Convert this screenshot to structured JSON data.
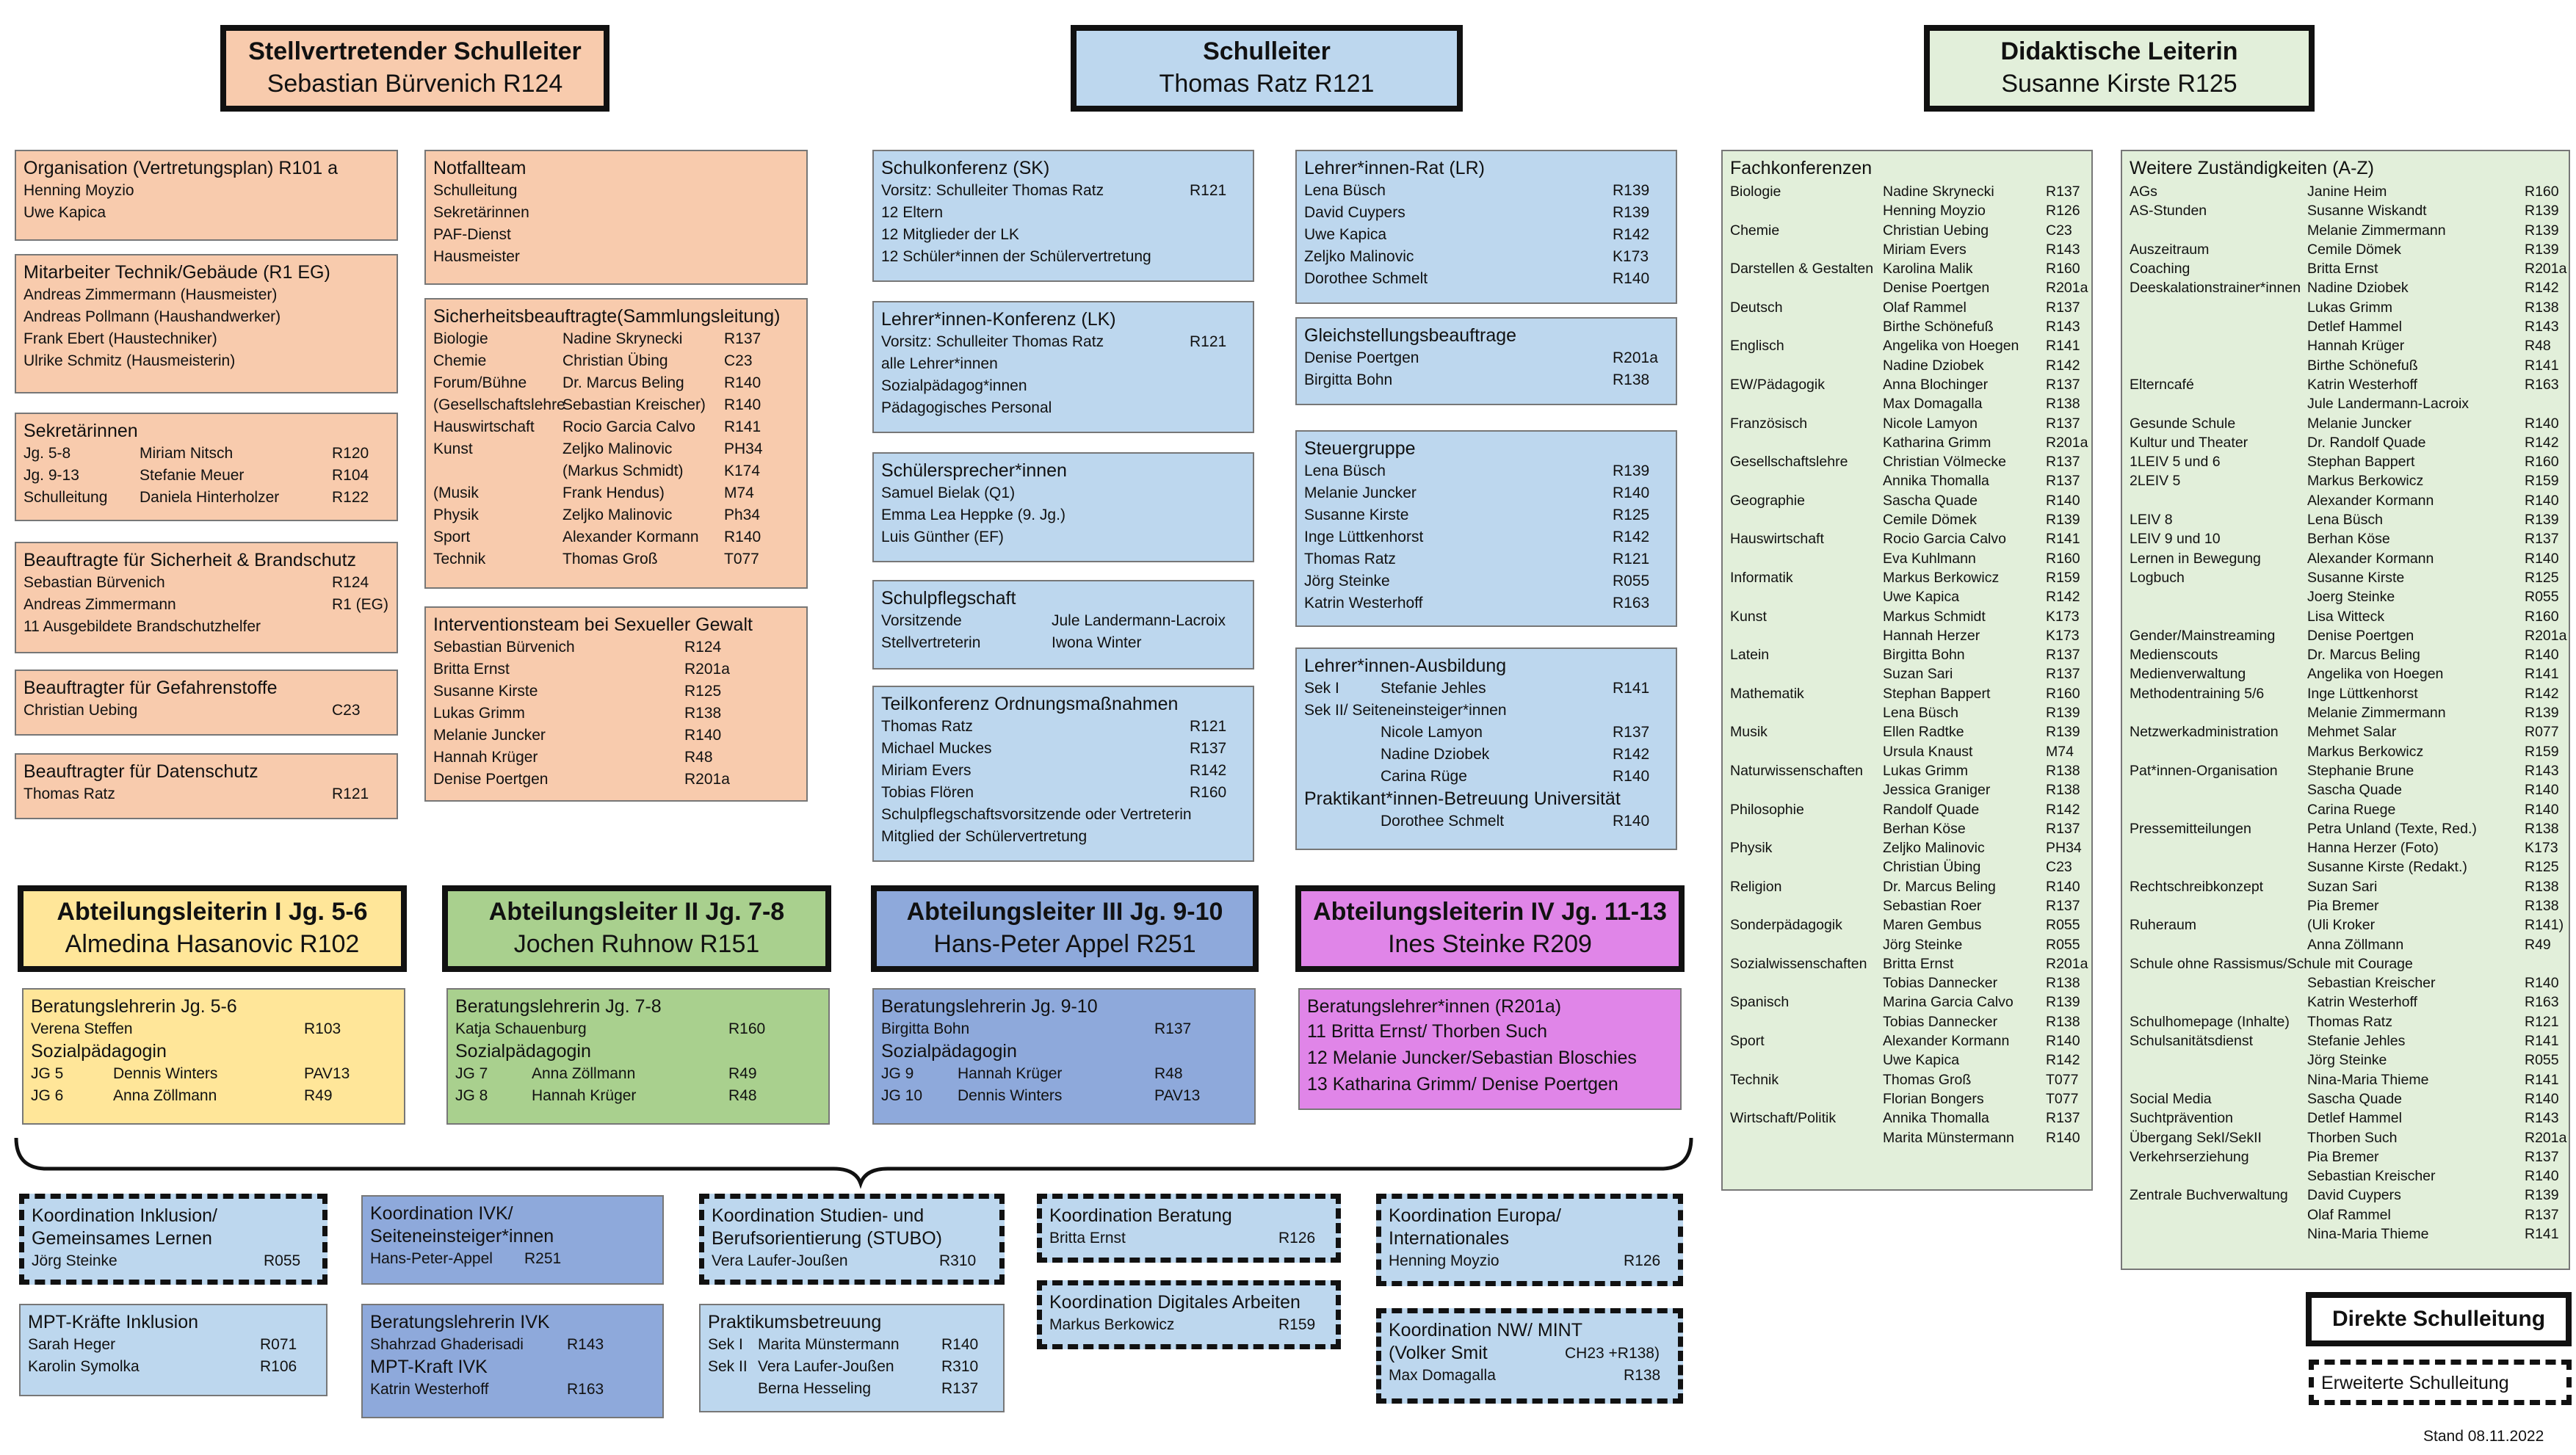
{
  "heads": {
    "deputy": {
      "title": "Stellvertretender Schulleiter",
      "name": "Sebastian Bürvenich R124"
    },
    "principal": {
      "title": "Schulleiter",
      "name": "Thomas Ratz R121"
    },
    "didactic": {
      "title": "Didaktische Leiterin",
      "name": "Susanne Kirste R125"
    }
  },
  "left_col": [
    {
      "title": "Organisation (Vertretungsplan) R101 a",
      "rows": [
        [
          "Henning Moyzio",
          ""
        ],
        [
          "Uwe Kapica",
          ""
        ]
      ]
    },
    {
      "title": "Mitarbeiter Technik/Gebäude (R1 EG)",
      "rows": [
        [
          "Andreas Zimmermann (Hausmeister)",
          ""
        ],
        [
          "Andreas Pollmann (Haushandwerker)",
          ""
        ],
        [
          "Frank Ebert (Haustechniker)",
          ""
        ],
        [
          "Ulrike Schmitz (Hausmeisterin)",
          ""
        ]
      ]
    },
    {
      "title": "Sekretärinnen",
      "rows": [
        [
          "Jg. 5-8",
          "Miriam Nitsch",
          "R120"
        ],
        [
          "Jg. 9-13",
          "Stefanie Meuer",
          "R104"
        ],
        [
          "Schulleitung",
          "Daniela Hinterholzer",
          "R122"
        ]
      ]
    },
    {
      "title": "Beauftragte für Sicherheit & Brandschutz",
      "rows": [
        [
          "Sebastian Bürvenich",
          "R124"
        ],
        [
          "Andreas Zimmermann",
          "R1 (EG)"
        ],
        [
          "11 Ausgebildete Brandschutzhelfer",
          ""
        ]
      ]
    },
    {
      "title": "Beauftragter für Gefahrenstoffe",
      "rows": [
        [
          "Christian Uebing",
          "C23"
        ]
      ]
    },
    {
      "title": "Beauftragter für Datenschutz",
      "rows": [
        [
          "Thomas Ratz",
          "R121"
        ]
      ]
    }
  ],
  "mid_col": [
    {
      "title": "Notfallteam",
      "rows": [
        [
          "Schulleitung"
        ],
        [
          "Sekretärinnen"
        ],
        [
          "PAF-Dienst"
        ],
        [
          "Hausmeister"
        ]
      ]
    },
    {
      "title": "Sicherheitsbeauftragte(Sammlungsleitung)",
      "rows": [
        [
          "Biologie",
          "Nadine Skrynecki",
          "R137"
        ],
        [
          "Chemie",
          "Christian Übing",
          "C23"
        ],
        [
          "Forum/Bühne",
          "Dr. Marcus Beling",
          "R140"
        ],
        [
          "(Gesellschaftslehre",
          "Sebastian Kreischer)",
          "R140"
        ],
        [
          "Hauswirtschaft",
          "Rocio Garcia Calvo",
          "R141"
        ],
        [
          "Kunst",
          "Zeljko Malinovic",
          "PH34"
        ],
        [
          "",
          "(Markus Schmidt)",
          "K174"
        ],
        [
          "(Musik",
          "Frank Hendus)",
          "M74"
        ],
        [
          "Physik",
          "Zeljko Malinovic",
          "Ph34"
        ],
        [
          "Sport",
          "Alexander Kormann",
          "R140"
        ],
        [
          "Technik",
          "Thomas Groß",
          "T077"
        ]
      ]
    },
    {
      "title": "Interventionsteam bei Sexueller Gewalt",
      "rows": [
        [
          "Sebastian Bürvenich",
          "R124"
        ],
        [
          "Britta Ernst",
          "R201a"
        ],
        [
          "Susanne Kirste",
          "R125"
        ],
        [
          "Lukas Grimm",
          "R138"
        ],
        [
          "Melanie Juncker",
          "R140"
        ],
        [
          "Hannah Krüger",
          "R48"
        ],
        [
          "Denise Poertgen",
          "R201a"
        ]
      ]
    }
  ],
  "center_col": [
    {
      "title": "Schulkonferenz (SK)",
      "rows": [
        [
          "Vorsitz: Schulleiter Thomas Ratz",
          "R121"
        ],
        [
          "12 Eltern",
          ""
        ],
        [
          "12 Mitglieder der LK",
          ""
        ],
        [
          "12 Schüler*innen der Schülervertretung",
          ""
        ]
      ]
    },
    {
      "title": "Lehrer*innen-Konferenz (LK)",
      "rows": [
        [
          "Vorsitz: Schulleiter Thomas Ratz",
          "R121"
        ],
        [
          "alle Lehrer*innen",
          ""
        ],
        [
          "Sozialpädagog*innen",
          ""
        ],
        [
          "Pädagogisches Personal",
          ""
        ]
      ]
    },
    {
      "title": "Schülersprecher*innen",
      "rows": [
        [
          "Samuel Bielak (Q1)",
          ""
        ],
        [
          "Emma Lea Heppke (9. Jg.)",
          ""
        ],
        [
          "Luis Günther (EF)",
          ""
        ]
      ]
    },
    {
      "title": "Schulpflegschaft",
      "rows": [
        [
          "Vorsitzende",
          "Jule Landermann-Lacroix"
        ],
        [
          "Stellvertreterin",
          "Iwona Winter"
        ]
      ]
    },
    {
      "title": "Teilkonferenz Ordnungsmaßnahmen",
      "rows": [
        [
          "Thomas Ratz",
          "R121"
        ],
        [
          "Michael Muckes",
          "R137"
        ],
        [
          "Miriam Evers",
          "R142"
        ],
        [
          "Tobias Flören",
          "R160"
        ],
        [
          "Schulpflegschaftsvorsitzende oder Vertreterin",
          ""
        ],
        [
          "Mitglied der Schülervertretung",
          ""
        ]
      ]
    }
  ],
  "right_col": [
    {
      "title": "Lehrer*innen-Rat (LR)",
      "rows": [
        [
          "Lena Büsch",
          "R139"
        ],
        [
          "David Cuypers",
          "R139"
        ],
        [
          "Uwe Kapica",
          "R142"
        ],
        [
          "Zeljko Malinovic",
          "K173"
        ],
        [
          "Dorothee Schmelt",
          "R140"
        ]
      ]
    },
    {
      "title": "Gleichstellungsbeauftrage",
      "rows": [
        [
          "Denise Poertgen",
          "R201a"
        ],
        [
          "Birgitta Bohn",
          "R138"
        ]
      ]
    },
    {
      "title": "Steuergruppe",
      "rows": [
        [
          "Lena Büsch",
          "R139"
        ],
        [
          "Melanie Juncker",
          "R140"
        ],
        [
          "Susanne Kirste",
          "R125"
        ],
        [
          "Inge Lüttkenhorst",
          "R142"
        ],
        [
          "Thomas Ratz",
          "R121"
        ],
        [
          "Jörg Steinke",
          "R055"
        ],
        [
          "Katrin Westerhoff",
          "R163"
        ]
      ]
    },
    {
      "title": "Lehrer*innen-Ausbildung",
      "rows": [
        [
          "Sek I",
          "Stefanie Jehles",
          "R141"
        ],
        [
          "Sek II/ Seiteneinsteiger*innen",
          "",
          ""
        ],
        [
          "",
          "Nicole Lamyon",
          "R137"
        ],
        [
          "",
          "Nadine Dziobek",
          "R142"
        ],
        [
          "",
          "Carina Rüge",
          "R140"
        ]
      ],
      "sub": "Praktikant*innen-Betreuung Universität",
      "subrow": [
        "Dorothee Schmelt",
        "R140"
      ]
    }
  ],
  "fach": {
    "title": "Fachkonferenzen",
    "rows": [
      [
        "Biologie",
        "Nadine Skrynecki",
        "R137"
      ],
      [
        "",
        "Henning Moyzio",
        "R126"
      ],
      [
        "Chemie",
        "Christian Uebing",
        "C23"
      ],
      [
        "",
        "Miriam Evers",
        "R143"
      ],
      [
        "Darstellen & Gestalten",
        "Karolina Malik",
        "R160"
      ],
      [
        "",
        "Denise Poertgen",
        "R201a"
      ],
      [
        "Deutsch",
        "Olaf Rammel",
        "R137"
      ],
      [
        "",
        "Birthe Schönefuß",
        "R143"
      ],
      [
        "Englisch",
        "Angelika von Hoegen",
        "R141"
      ],
      [
        "",
        "Nadine Dziobek",
        "R142"
      ],
      [
        "EW/Pädagogik",
        "Anna Blochinger",
        "R137"
      ],
      [
        "",
        "Max Domagalla",
        "R138"
      ],
      [
        "Französisch",
        "Nicole Lamyon",
        "R137"
      ],
      [
        "",
        "Katharina Grimm",
        "R201a"
      ],
      [
        "Gesellschaftslehre",
        "Christian Völmecke",
        "R137"
      ],
      [
        "",
        "Annika Thomalla",
        "R137"
      ],
      [
        "Geographie",
        "Sascha Quade",
        "R140"
      ],
      [
        "",
        "Cemile Dömek",
        "R139"
      ],
      [
        "Hauswirtschaft",
        "Rocio Garcia Calvo",
        "R141"
      ],
      [
        "",
        "Eva Kuhlmann",
        "R160"
      ],
      [
        "Informatik",
        "Markus Berkowicz",
        "R159"
      ],
      [
        "",
        "Uwe Kapica",
        "R142"
      ],
      [
        "Kunst",
        "Markus Schmidt",
        "K173"
      ],
      [
        "",
        "Hannah Herzer",
        "K173"
      ],
      [
        "Latein",
        "Birgitta Bohn",
        "R137"
      ],
      [
        "",
        "Suzan Sari",
        "R137"
      ],
      [
        "Mathematik",
        "Stephan Bappert",
        "R160"
      ],
      [
        "",
        "Lena Büsch",
        "R139"
      ],
      [
        "Musik",
        "Ellen Radtke",
        "R139"
      ],
      [
        "",
        "Ursula Knaust",
        "M74"
      ],
      [
        "Naturwissenschaften",
        "Lukas Grimm",
        "R138"
      ],
      [
        "",
        "Jessica Graniger",
        "R138"
      ],
      [
        "Philosophie",
        "Randolf Quade",
        "R142"
      ],
      [
        "",
        "Berhan Köse",
        "R137"
      ],
      [
        "Physik",
        "Zeljko Malinovic",
        "PH34"
      ],
      [
        "",
        "Christian Übing",
        "C23"
      ],
      [
        "Religion",
        "Dr. Marcus Beling",
        "R140"
      ],
      [
        "",
        "Sebastian Roer",
        "R137"
      ],
      [
        "Sonderpädagogik",
        "Maren Gembus",
        "R055"
      ],
      [
        "",
        "Jörg Steinke",
        "R055"
      ],
      [
        "Sozialwissenschaften",
        "Britta Ernst",
        "R201a"
      ],
      [
        "",
        "Tobias Dannecker",
        "R138"
      ],
      [
        "Spanisch",
        "Marina Garcia Calvo",
        "R139"
      ],
      [
        "",
        "Tobias Dannecker",
        "R138"
      ],
      [
        "Sport",
        "Alexander Kormann",
        "R140"
      ],
      [
        "",
        "Uwe Kapica",
        "R142"
      ],
      [
        "Technik",
        "Thomas Groß",
        "T077"
      ],
      [
        "",
        "Florian Bongers",
        "T077"
      ],
      [
        "Wirtschaft/Politik",
        "Annika Thomalla",
        "R137"
      ],
      [
        "",
        "Marita Münstermann",
        "R140"
      ]
    ]
  },
  "weitere": {
    "title": "Weitere Zuständigkeiten (A-Z)",
    "rows": [
      [
        "AGs",
        "Janine Heim",
        "R160"
      ],
      [
        "AS-Stunden",
        "Susanne Wiskandt",
        "R139"
      ],
      [
        "",
        "Melanie Zimmermann",
        "R139"
      ],
      [
        "Auszeitraum",
        "Cemile Dömek",
        "R139"
      ],
      [
        "Coaching",
        "Britta Ernst",
        "R201a"
      ],
      [
        "Deeskalationstrainer*innen",
        "Nadine Dziobek",
        "R142"
      ],
      [
        "",
        "Lukas Grimm",
        "R138"
      ],
      [
        "",
        "Detlef Hammel",
        "R143"
      ],
      [
        "",
        "Hannah Krüger",
        "R48"
      ],
      [
        "",
        "Birthe Schönefuß",
        "R141"
      ],
      [
        "Elterncafé",
        "Katrin Westerhoff",
        "R163"
      ],
      [
        "",
        "Jule Landermann-Lacroix",
        ""
      ],
      [
        "Gesunde Schule",
        "Melanie Juncker",
        "R140"
      ],
      [
        "Kultur und Theater",
        "Dr. Randolf Quade",
        "R142"
      ],
      [
        "1LEIV 5 und 6",
        "Stephan Bappert",
        "R160"
      ],
      [
        "2LEIV 5",
        "Markus Berkowicz",
        "R159"
      ],
      [
        "",
        "Alexander Kormann",
        "R140"
      ],
      [
        "LEIV 8",
        "Lena Büsch",
        "R139"
      ],
      [
        "LEIV 9 und 10",
        "Berhan Köse",
        "R137"
      ],
      [
        "Lernen in Bewegung",
        "Alexander Kormann",
        "R140"
      ],
      [
        "Logbuch",
        "Susanne Kirste",
        "R125"
      ],
      [
        "",
        "Joerg Steinke",
        "R055"
      ],
      [
        "",
        "Lisa Witteck",
        "R160"
      ],
      [
        "Gender/Mainstreaming",
        "Denise Poertgen",
        "R201a"
      ],
      [
        "Medienscouts",
        "Dr. Marcus Beling",
        "R140"
      ],
      [
        "Medienverwaltung",
        "Angelika von Hoegen",
        "R141"
      ],
      [
        "Methodentraining 5/6",
        "Inge Lüttkenhorst",
        "R142"
      ],
      [
        "",
        "Melanie Zimmermann",
        "R139"
      ],
      [
        "Netzwerkadministration",
        "Mehmet Salar",
        "R077"
      ],
      [
        "",
        "Markus Berkowicz",
        "R159"
      ],
      [
        "Pat*innen-Organisation",
        "Stephanie Brune",
        "R143"
      ],
      [
        "",
        "Sascha Quade",
        "R140"
      ],
      [
        "",
        "Carina Ruege",
        "R140"
      ],
      [
        "Pressemitteilungen",
        "Petra Unland (Texte, Red.)",
        "R138"
      ],
      [
        "",
        "Hanna Herzer (Foto)",
        "K173"
      ],
      [
        "",
        "Susanne Kirste (Redakt.)",
        "R125"
      ],
      [
        "Rechtschreibkonzept",
        "Suzan Sari",
        "R138"
      ],
      [
        "",
        "Pia Bremer",
        "R138"
      ],
      [
        "Ruheraum",
        "(Uli Kroker",
        "R141)"
      ],
      [
        "",
        "Anna Zöllmann",
        "R49"
      ],
      [
        "Schule ohne Rassismus/Schule mit Courage",
        "",
        ""
      ],
      [
        "",
        "Sebastian Kreischer",
        "R140"
      ],
      [
        "",
        "Katrin Westerhoff",
        "R163"
      ],
      [
        "Schulhomepage (Inhalte)",
        "Thomas Ratz",
        "R121"
      ],
      [
        "Schulsanitätsdienst",
        "Stefanie Jehles",
        "R141"
      ],
      [
        "",
        "Jörg Steinke",
        "R055"
      ],
      [
        "",
        "Nina-Maria Thieme",
        "R141"
      ],
      [
        "Social Media",
        "Sascha Quade",
        "R140"
      ],
      [
        "Suchtprävention",
        "Detlef Hammel",
        "R143"
      ],
      [
        "Übergang SekI/SekII",
        "Thorben Such",
        "R201a"
      ],
      [
        "Verkehrserziehung",
        "Pia Bremer",
        "R137"
      ],
      [
        "",
        "Sebastian Kreischer",
        "R140"
      ],
      [
        "Zentrale Buchverwaltung",
        "David Cuypers",
        "R139"
      ],
      [
        "",
        "Olaf Rammel",
        "R137"
      ],
      [
        "",
        "Nina-Maria Thieme",
        "R141"
      ]
    ]
  },
  "abteilungen": [
    {
      "title": "Abteilungsleiterin I Jg. 5-6",
      "name": "Almedina Hasanovic R102",
      "box_title": "Beratungslehrerin Jg. 5-6",
      "berater": [
        "Verena Steffen",
        "R103"
      ],
      "sozial": "Sozialpädagogin",
      "jg": [
        [
          "JG 5",
          "Dennis Winters",
          "PAV13"
        ],
        [
          "JG 6",
          "Anna Zöllmann",
          "R49"
        ]
      ]
    },
    {
      "title": "Abteilungsleiter II Jg. 7-8",
      "name": "Jochen Ruhnow R151",
      "box_title": "Beratungslehrerin Jg. 7-8",
      "berater": [
        "Katja Schauenburg",
        "R160"
      ],
      "sozial": "Sozialpädagogin",
      "jg": [
        [
          "JG 7",
          "Anna Zöllmann",
          "R49"
        ],
        [
          "JG 8",
          "Hannah Krüger",
          "R48"
        ]
      ]
    },
    {
      "title": "Abteilungsleiter III Jg. 9-10",
      "name": "Hans-Peter Appel R251",
      "box_title": "Beratungslehrerin Jg. 9-10",
      "berater": [
        "Birgitta Bohn",
        "R137"
      ],
      "sozial": "Sozialpädagogin",
      "jg": [
        [
          "JG 9",
          "Hannah Krüger",
          "R48"
        ],
        [
          "JG 10",
          "Dennis Winters",
          "PAV13"
        ]
      ]
    },
    {
      "title": "Abteilungsleiterin IV Jg. 11-13",
      "name": "Ines Steinke R209",
      "box_title": "Beratungslehrer*innen  (R201a)",
      "lines": [
        "11   Britta Ernst/ Thorben Such",
        "12   Melanie Juncker/Sebastian Bloschies",
        "13   Katharina Grimm/ Denise Poertgen"
      ]
    }
  ],
  "koord": {
    "inklusion": {
      "title1": "Koordination Inklusion/",
      "title2": "Gemeinsames Lernen",
      "name": "Jörg Steinke",
      "room": "R055"
    },
    "mpt": {
      "title": "MPT-Kräfte Inklusion",
      "rows": [
        [
          "Sarah Heger",
          "R071"
        ],
        [
          "Karolin Symolka",
          "R106"
        ]
      ]
    },
    "ivk": {
      "title1": "Koordination IVK/",
      "title2": "Seiteneinsteiger*innen",
      "name": "Hans-Peter-Appel",
      "room": "R251"
    },
    "ivk_berat": {
      "title": "Beratungslehrerin IVK",
      "name": "Shahrzad Ghaderisadi",
      "room": "R143",
      "title2": "MPT-Kraft IVK",
      "name2": "Katrin Westerhoff",
      "room2": "R163"
    },
    "stubo": {
      "title1": "Koordination Studien- und",
      "title2": "Berufsorientierung (STUBO)",
      "name": "Vera Laufer-Joußen",
      "room": "R310"
    },
    "praktikum": {
      "title": "Praktikumsbetreuung",
      "rows": [
        [
          "Sek I",
          "Marita Münstermann",
          "R140"
        ],
        [
          "Sek II",
          "Vera Laufer-Joußen",
          "R310"
        ],
        [
          "",
          "Berna Hesseling",
          "R137"
        ]
      ]
    },
    "beratung": {
      "title": "Koordination Beratung",
      "name": "Britta Ernst",
      "room": "R126"
    },
    "digital": {
      "title": "Koordination Digitales Arbeiten",
      "name": "Markus Berkowicz",
      "room": "R159"
    },
    "europa": {
      "title1": "Koordination Europa/",
      "title2": "Internationales",
      "name": "Henning Moyzio",
      "room": "R126"
    },
    "mint": {
      "title1": "Koordination NW/ MINT",
      "title2": "(Volker Smit",
      "room2": "CH23 +R138)",
      "name": "Max Domagalla",
      "room": "R138"
    }
  },
  "legend": {
    "direct": "Direkte Schulleitung",
    "extended": "Erweiterte Schulleitung"
  },
  "stand": "Stand 08.11.2022"
}
